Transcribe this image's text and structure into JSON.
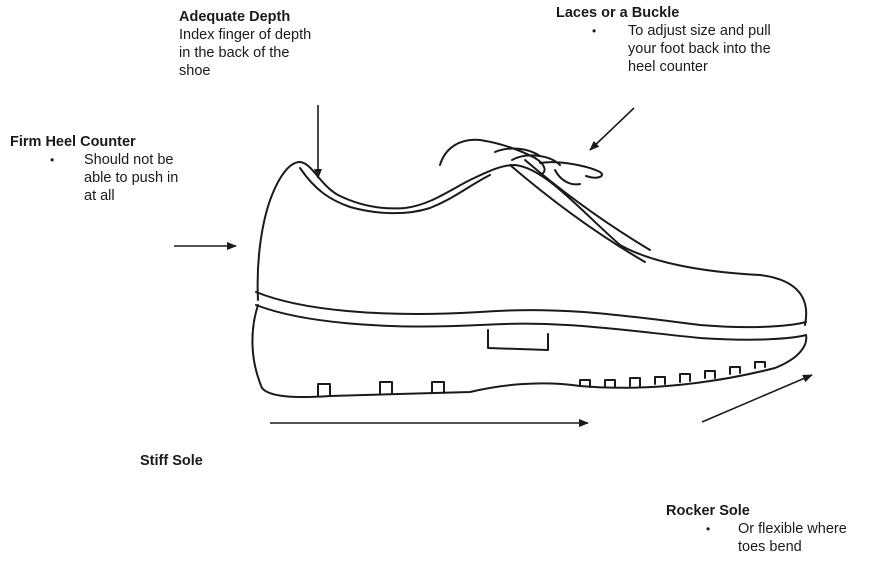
{
  "labels": {
    "adequate_depth": {
      "heading": "Adequate Depth",
      "lines": [
        "Index finger of depth",
        "in the back of the",
        "shoe"
      ]
    },
    "laces": {
      "heading": "Laces or a Buckle",
      "bullet": "•",
      "lines": [
        "To adjust size and pull",
        "your foot back into the",
        "heel counter"
      ]
    },
    "heel_counter": {
      "heading": "Firm Heel Counter",
      "bullet": "•",
      "lines": [
        "Should not be",
        "able to push in",
        "at all"
      ]
    },
    "stiff_sole": {
      "heading": "Stiff Sole"
    },
    "rocker_sole": {
      "heading": "Rocker Sole",
      "bullet": "•",
      "lines": [
        "Or flexible where",
        "toes bend"
      ]
    }
  }
}
